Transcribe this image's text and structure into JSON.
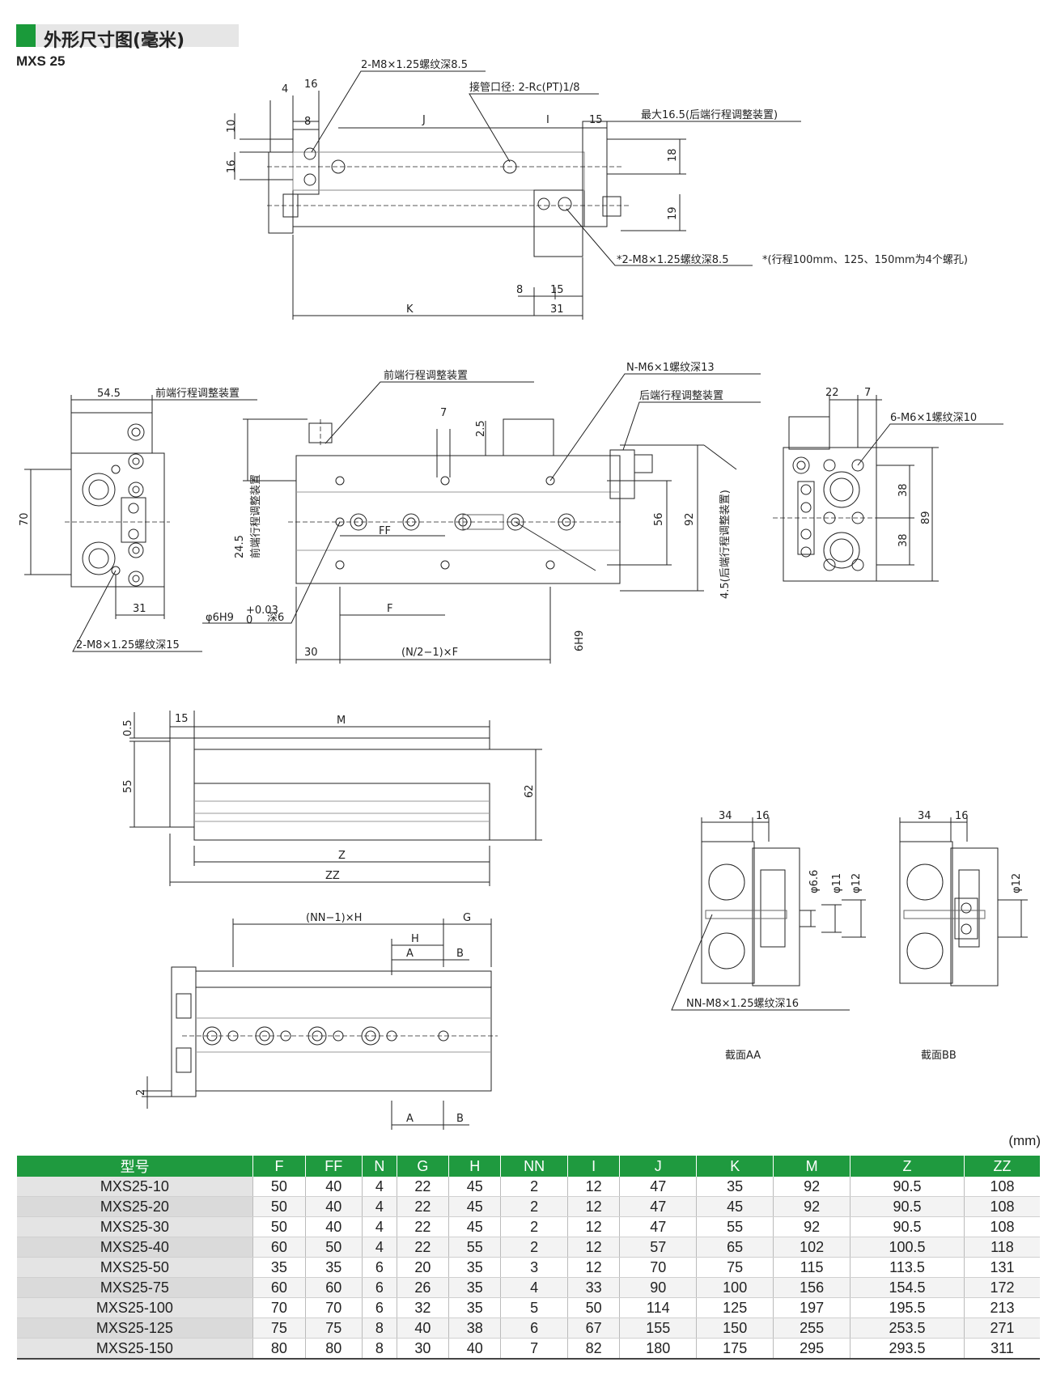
{
  "header": {
    "title": "外形尺寸图(毫米)",
    "model": "MXS 25"
  },
  "top_view": {
    "tap_note": "2-M8×1.25螺纹深8.5",
    "port_note": "接管口径: 2-Rc(PT)1/8",
    "max_note": "最大16.5(后端行程调整装置)",
    "bottom_tap_note": "*2-M8×1.25螺纹深8.5",
    "stroke_note": "*(行程100mm、125、150mm为4个螺孔)",
    "dims": {
      "d4": "4",
      "d16": "16",
      "d8": "8",
      "J": "J",
      "I": "I",
      "d15": "15",
      "d10": "10",
      "d16v": "16",
      "d18": "18",
      "d19": "19",
      "d8b": "8",
      "d15b": "15",
      "K": "K",
      "d31": "31"
    }
  },
  "mid_views": {
    "front_adj": "前端行程调整装置",
    "front_adj2": "前端行程调整装置",
    "rear_adj": "后端行程调整装置",
    "n_tap": "N-M6×1螺纹深13",
    "tap6": "6-M6×1螺纹深10",
    "tap2": "2-M8×1.25螺纹深15",
    "hole": "φ6H9",
    "hole_depth": "深6",
    "tol": "+0.03",
    "tol0": "0",
    "hole_v": "6H9",
    "vert_front": "前端行程调整装置",
    "vert_rear": "4.5(后端行程调整装置)",
    "dims": {
      "d545": "54.5",
      "d70": "70",
      "d31": "31",
      "d7": "7",
      "d25": "2.5",
      "d245": "24.5",
      "FF": "FF",
      "F": "F",
      "d56": "56",
      "d92": "92",
      "d30": "30",
      "nf": "(N/2−1)×F",
      "d22": "22",
      "d7r": "7",
      "d38a": "38",
      "d38b": "38",
      "d89": "89"
    }
  },
  "side_view": {
    "dims": {
      "d05": "0.5",
      "d15": "15",
      "M": "M",
      "d55": "55",
      "d62": "62",
      "Z": "Z",
      "ZZ": "ZZ"
    }
  },
  "bottom_view": {
    "dims": {
      "nnh": "(NN−1)×H",
      "G": "G",
      "H": "H",
      "A": "A",
      "B": "B",
      "d2": "2",
      "A2": "A",
      "B2": "B"
    }
  },
  "sections": {
    "aa": {
      "label": "截面AA",
      "d34": "34",
      "d16": "16",
      "d66": "φ6.6",
      "d11": "φ11",
      "d12": "φ12",
      "note": "NN-M8×1.25螺纹深16"
    },
    "bb": {
      "label": "截面BB",
      "d34": "34",
      "d16": "16",
      "d12": "φ12"
    }
  },
  "table": {
    "unit": "(mm)",
    "headers": [
      "型号",
      "F",
      "FF",
      "N",
      "G",
      "H",
      "NN",
      "I",
      "J",
      "K",
      "M",
      "Z",
      "ZZ"
    ],
    "rows": [
      [
        "MXS25-10",
        "50",
        "40",
        "4",
        "22",
        "45",
        "2",
        "12",
        "47",
        "35",
        "92",
        "90.5",
        "108"
      ],
      [
        "MXS25-20",
        "50",
        "40",
        "4",
        "22",
        "45",
        "2",
        "12",
        "47",
        "45",
        "92",
        "90.5",
        "108"
      ],
      [
        "MXS25-30",
        "50",
        "40",
        "4",
        "22",
        "45",
        "2",
        "12",
        "47",
        "55",
        "92",
        "90.5",
        "108"
      ],
      [
        "MXS25-40",
        "60",
        "50",
        "4",
        "22",
        "55",
        "2",
        "12",
        "57",
        "65",
        "102",
        "100.5",
        "118"
      ],
      [
        "MXS25-50",
        "35",
        "35",
        "6",
        "20",
        "35",
        "3",
        "12",
        "70",
        "75",
        "115",
        "113.5",
        "131"
      ],
      [
        "MXS25-75",
        "60",
        "60",
        "6",
        "26",
        "35",
        "4",
        "33",
        "90",
        "100",
        "156",
        "154.5",
        "172"
      ],
      [
        "MXS25-100",
        "70",
        "70",
        "6",
        "32",
        "35",
        "5",
        "50",
        "114",
        "125",
        "197",
        "195.5",
        "213"
      ],
      [
        "MXS25-125",
        "75",
        "75",
        "8",
        "40",
        "38",
        "6",
        "67",
        "155",
        "150",
        "255",
        "253.5",
        "271"
      ],
      [
        "MXS25-150",
        "80",
        "80",
        "8",
        "30",
        "40",
        "7",
        "82",
        "180",
        "175",
        "295",
        "293.5",
        "311"
      ]
    ]
  }
}
